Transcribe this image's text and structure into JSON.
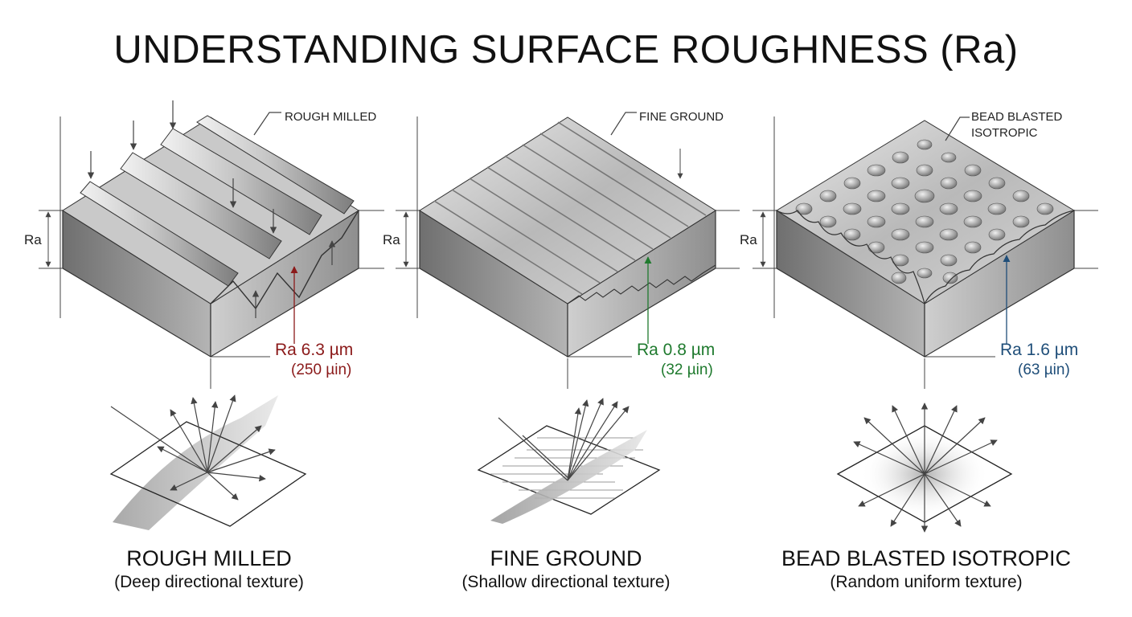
{
  "title": "UNDERSTANDING SURFACE ROUGHNESS (Ra)",
  "colors": {
    "rough_milled": "#8b1a1a",
    "fine_ground": "#1f7a2e",
    "bead_blasted": "#1f4e79"
  },
  "panels": [
    {
      "id": "rough-milled",
      "callout": "ROUGH MILLED",
      "ra_dim_label": "Ra",
      "ra_value": "Ra 6.3 µm",
      "ra_imperial": "(250 µin)",
      "name": "ROUGH MILLED",
      "description": "(Deep directional texture)"
    },
    {
      "id": "fine-ground",
      "callout": "FINE GROUND",
      "ra_dim_label": "Ra",
      "ra_value": "Ra 0.8 µm",
      "ra_imperial": "(32 µin)",
      "name": "FINE GROUND",
      "description": "(Shallow directional texture)"
    },
    {
      "id": "bead-blasted",
      "callout_line1": "BEAD BLASTED",
      "callout_line2": "ISOTROPIC",
      "ra_dim_label": "Ra",
      "ra_value": "Ra 1.6 µm",
      "ra_imperial": "(63 µin)",
      "name": "BEAD BLASTED ISOTROPIC",
      "description": "(Random uniform texture)"
    }
  ]
}
